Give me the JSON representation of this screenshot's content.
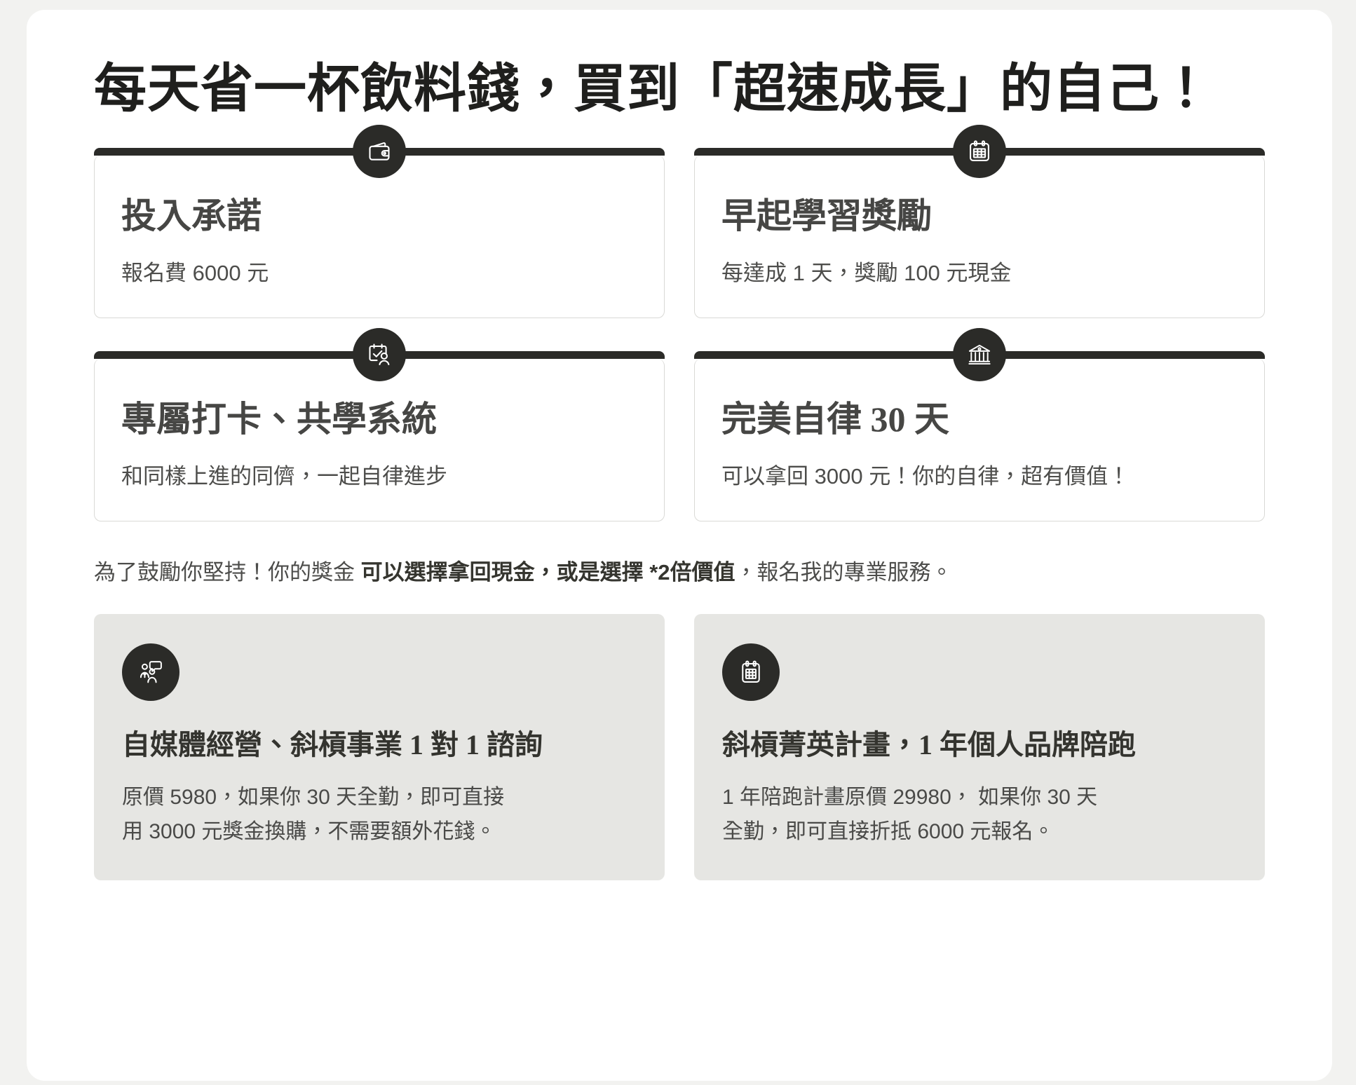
{
  "headline": "每天省一杯飲料錢，買到「超速成長」的自己！",
  "colors": {
    "page_background": "#f2f2f0",
    "card_background": "#ffffff",
    "accent_dark": "#2b2b28",
    "panel_background": "#e6e6e3",
    "card_border": "#d9d9d6",
    "title_text": "#464644",
    "body_text": "#4d4d4b"
  },
  "cards": [
    {
      "icon": "wallet-icon",
      "title": "投入承諾",
      "desc": "報名費 6000 元"
    },
    {
      "icon": "calendar-icon",
      "title": "早起學習獎勵",
      "desc": "每達成 1 天，獎勵 100 元現金"
    },
    {
      "icon": "calendar-check-person-icon",
      "title": "專屬打卡、共學系統",
      "desc": "和同樣上進的同儕，一起自律進步"
    },
    {
      "icon": "bank-icon",
      "title": "完美自律 30 天",
      "desc": "可以拿回 3000 元！你的自律，超有價值！"
    }
  ],
  "mid_note": {
    "lead": "為了鼓勵你堅持！你的獎金 ",
    "emphasis": "可以選擇拿回現金，或是選擇 *2倍價值",
    "tail": "，報名我的專業服務。"
  },
  "panels": [
    {
      "icon": "consulting-people-icon",
      "title": "自媒體經營、斜槓事業 1 對 1 諮詢",
      "desc_lines": [
        "原價 5980，如果你 30 天全勤，即可直接",
        "用 3000 元獎金換購，不需要額外花錢。"
      ]
    },
    {
      "icon": "calendar-plan-icon",
      "title": "斜槓菁英計畫，1 年個人品牌陪跑",
      "desc_lines": [
        "1 年陪跑計畫原價 29980， 如果你 30 天",
        "全勤，即可直接折抵 6000 元報名。"
      ]
    }
  ]
}
